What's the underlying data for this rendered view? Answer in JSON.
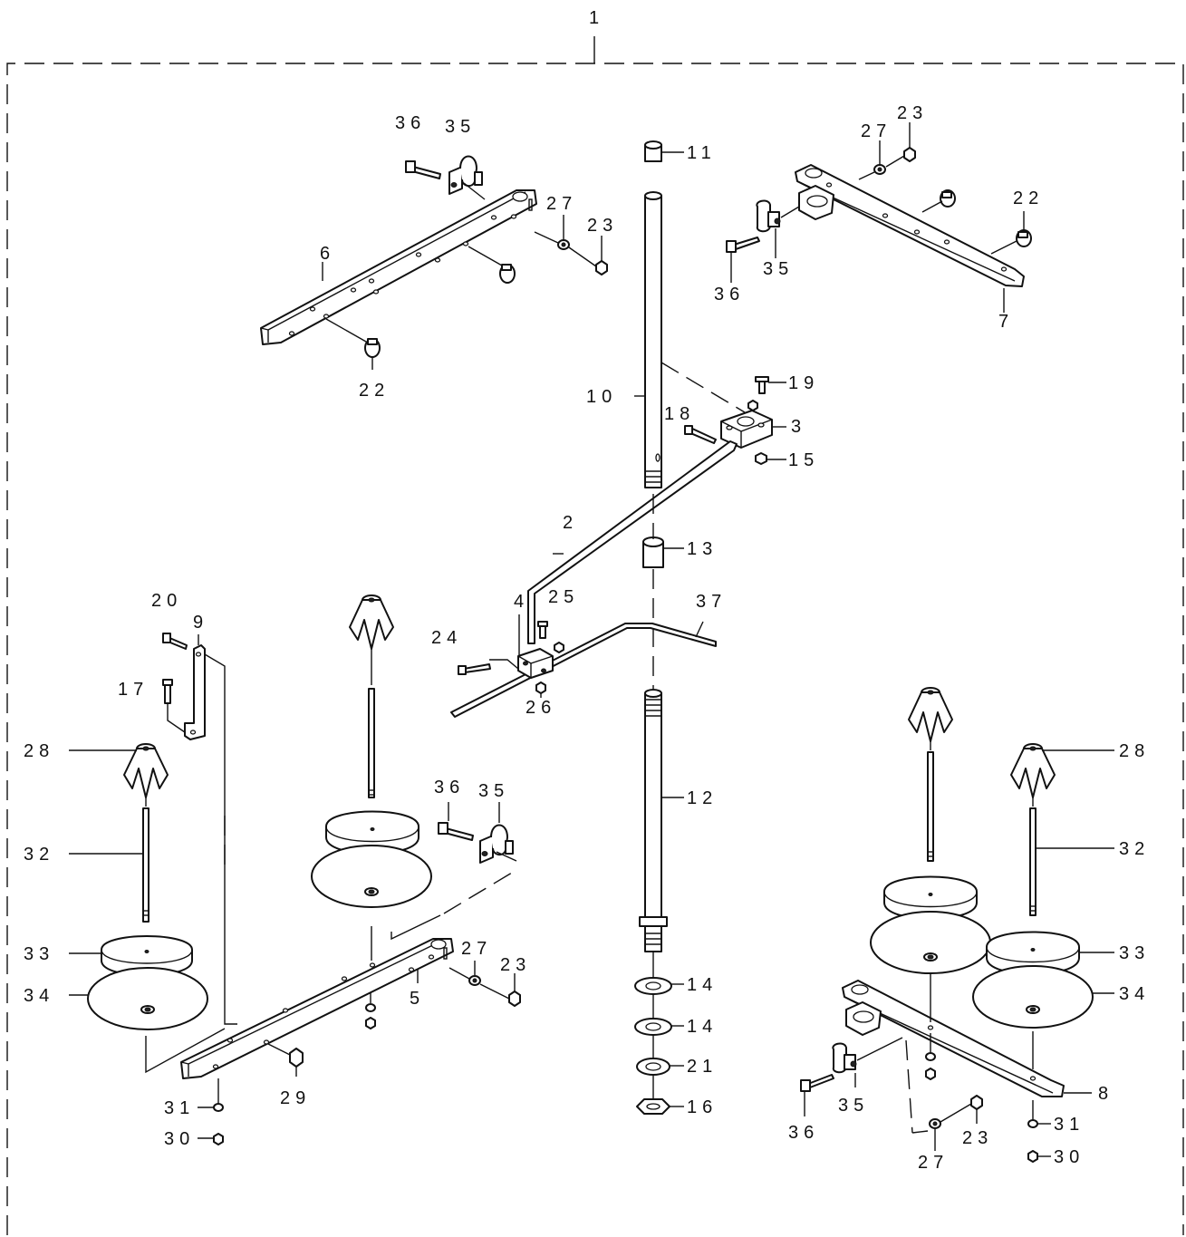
{
  "diagram": {
    "assembly_number": "1",
    "callouts": [
      {
        "id": "c1",
        "text": "1"
      },
      {
        "id": "c2",
        "text": "2"
      },
      {
        "id": "c3",
        "text": "3"
      },
      {
        "id": "c4",
        "text": "4"
      },
      {
        "id": "c5",
        "text": "5"
      },
      {
        "id": "c6",
        "text": "6"
      },
      {
        "id": "c7",
        "text": "7"
      },
      {
        "id": "c8",
        "text": "8"
      },
      {
        "id": "c9",
        "text": "9"
      },
      {
        "id": "c10",
        "text": "10"
      },
      {
        "id": "c11",
        "text": "11"
      },
      {
        "id": "c12",
        "text": "12"
      },
      {
        "id": "c13",
        "text": "13"
      },
      {
        "id": "c14a",
        "text": "14"
      },
      {
        "id": "c14b",
        "text": "14"
      },
      {
        "id": "c15",
        "text": "15"
      },
      {
        "id": "c16",
        "text": "16"
      },
      {
        "id": "c17",
        "text": "17"
      },
      {
        "id": "c18",
        "text": "18"
      },
      {
        "id": "c19",
        "text": "19"
      },
      {
        "id": "c20",
        "text": "20"
      },
      {
        "id": "c21",
        "text": "21"
      },
      {
        "id": "c22a",
        "text": "22"
      },
      {
        "id": "c22b",
        "text": "22"
      },
      {
        "id": "c23a",
        "text": "23"
      },
      {
        "id": "c23b",
        "text": "23"
      },
      {
        "id": "c23c",
        "text": "23"
      },
      {
        "id": "c23d",
        "text": "23"
      },
      {
        "id": "c24",
        "text": "24"
      },
      {
        "id": "c25",
        "text": "25"
      },
      {
        "id": "c26",
        "text": "26"
      },
      {
        "id": "c27a",
        "text": "27"
      },
      {
        "id": "c27b",
        "text": "27"
      },
      {
        "id": "c27c",
        "text": "27"
      },
      {
        "id": "c27d",
        "text": "27"
      },
      {
        "id": "c28a",
        "text": "28"
      },
      {
        "id": "c28b",
        "text": "28"
      },
      {
        "id": "c29",
        "text": "29"
      },
      {
        "id": "c30a",
        "text": "30"
      },
      {
        "id": "c30b",
        "text": "30"
      },
      {
        "id": "c31a",
        "text": "31"
      },
      {
        "id": "c31b",
        "text": "31"
      },
      {
        "id": "c32a",
        "text": "32"
      },
      {
        "id": "c32b",
        "text": "32"
      },
      {
        "id": "c33a",
        "text": "33"
      },
      {
        "id": "c33b",
        "text": "33"
      },
      {
        "id": "c34a",
        "text": "34"
      },
      {
        "id": "c34b",
        "text": "34"
      },
      {
        "id": "c35a",
        "text": "35"
      },
      {
        "id": "c35b",
        "text": "35"
      },
      {
        "id": "c35c",
        "text": "35"
      },
      {
        "id": "c35d",
        "text": "35"
      },
      {
        "id": "c36a",
        "text": "36"
      },
      {
        "id": "c36b",
        "text": "36"
      },
      {
        "id": "c36c",
        "text": "36"
      },
      {
        "id": "c36d",
        "text": "36"
      },
      {
        "id": "c37",
        "text": "37"
      }
    ]
  }
}
